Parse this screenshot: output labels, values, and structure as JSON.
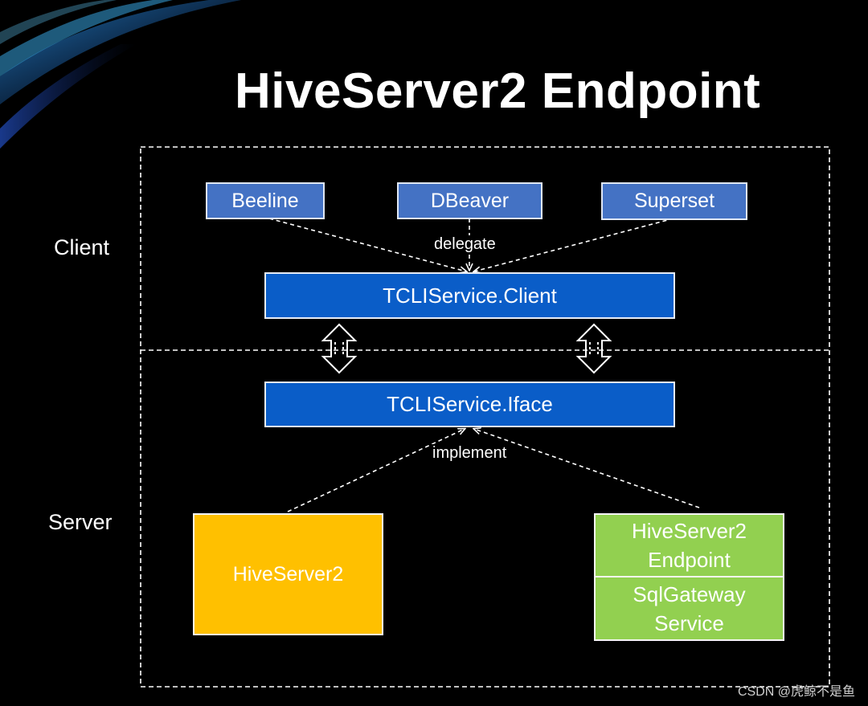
{
  "title": "HiveServer2 Endpoint",
  "layers": {
    "client_label": "Client",
    "server_label": "Server"
  },
  "clients": {
    "beeline": "Beeline",
    "dbeaver": "DBeaver",
    "superset": "Superset"
  },
  "services": {
    "client": "TCLIService.Client",
    "iface": "TCLIService.Iface"
  },
  "annotations": {
    "delegate": "delegate",
    "implement": "implement"
  },
  "servers": {
    "hiveserver2": "HiveServer2",
    "endpoint_line1": "HiveServer2",
    "endpoint_line2": "Endpoint",
    "gateway_line1": "SqlGateway",
    "gateway_line2": "Service"
  },
  "watermark": "CSDN @虎鲸不是鱼",
  "colors": {
    "background": "#000000",
    "tool_box": "#4472c4",
    "service_box": "#0a5dc8",
    "hiveserver2_box": "#ffc000",
    "endpoint_box": "#92d050"
  }
}
